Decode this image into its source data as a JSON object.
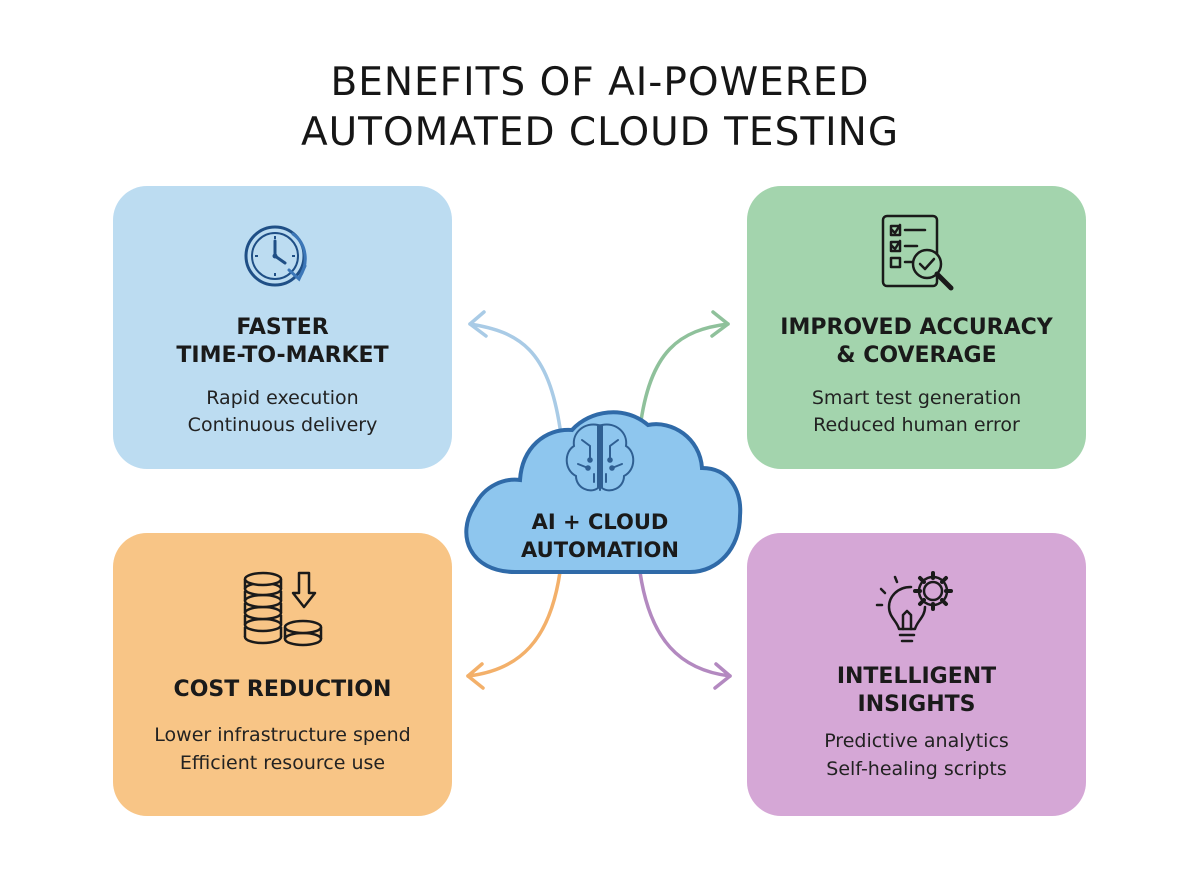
{
  "title": {
    "line1": "BENEFITS OF AI-POWERED",
    "line2": "AUTOMATED CLOUD TESTING"
  },
  "hub": {
    "line1": "AI + CLOUD",
    "line2": "AUTOMATION",
    "icon": "brain-circuit-icon",
    "color": "#8ec6ee"
  },
  "cards": {
    "faster": {
      "heading_line1": "FASTER",
      "heading_line2": "TIME-TO-MARKET",
      "points": [
        "Rapid execution",
        "Continuous delivery"
      ],
      "icon": "clock-refresh-icon",
      "color": "#bcdcf1"
    },
    "accuracy": {
      "heading_line1": "IMPROVED ACCURACY",
      "heading_line2": "& COVERAGE",
      "points": [
        "Smart test generation",
        "Reduced human error"
      ],
      "icon": "checklist-magnifier-icon",
      "color": "#a3d4ad"
    },
    "cost": {
      "heading_line1": "COST REDUCTION",
      "points": [
        "Lower infrastructure spend",
        "Efficient resource use"
      ],
      "icon": "coins-down-icon",
      "color": "#f8c586"
    },
    "insights": {
      "heading_line1": "INTELLIGENT",
      "heading_line2": "INSIGHTS",
      "points": [
        "Predictive analytics",
        "Self-healing scripts"
      ],
      "icon": "lightbulb-gear-icon",
      "color": "#d5a7d6"
    }
  }
}
